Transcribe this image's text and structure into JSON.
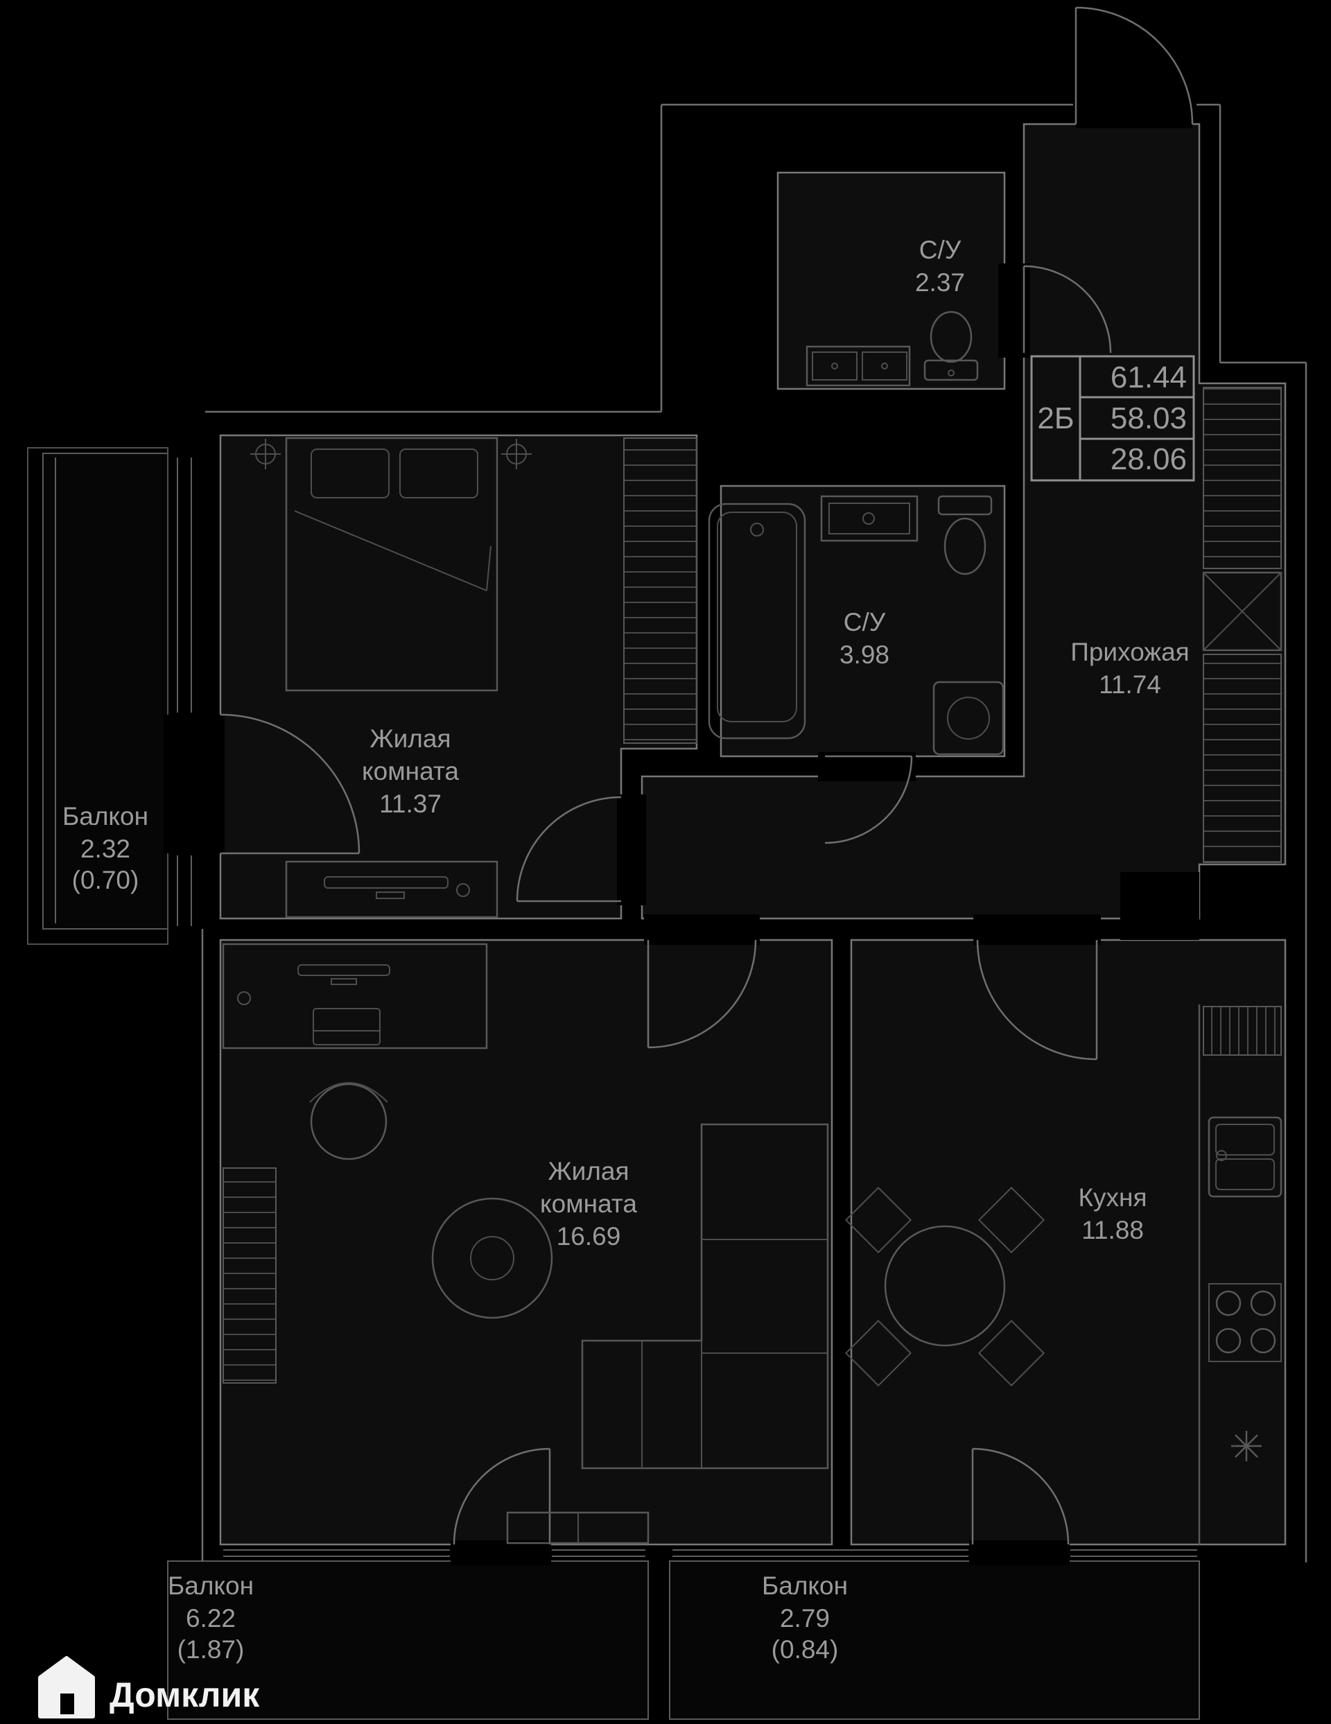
{
  "info_box": {
    "type_label": "2Б",
    "area_values": [
      "61.44",
      "58.03",
      "28.06"
    ]
  },
  "rooms": {
    "bathroom_small": {
      "name": "С/У",
      "area": "2.37"
    },
    "bathroom_large": {
      "name": "С/У",
      "area": "3.98"
    },
    "hallway": {
      "name": "Прихожая",
      "area": "11.74"
    },
    "bedroom": {
      "name_line1": "Жилая",
      "name_line2": "комната",
      "area": "11.37"
    },
    "living_room": {
      "name_line1": "Жилая",
      "name_line2": "комната",
      "area": "16.69"
    },
    "kitchen": {
      "name": "Кухня",
      "area": "11.88"
    },
    "balcony_left": {
      "name": "Балкон",
      "area": "2.32",
      "reduced_area": "(0.70)"
    },
    "balcony_bottom_left": {
      "name": "Балкон",
      "area": "6.22",
      "reduced_area": "(1.87)"
    },
    "balcony_bottom_center": {
      "name": "Балкон",
      "area": "2.79",
      "reduced_area": "(0.84)"
    }
  },
  "branding": {
    "logo_text": "Домклик"
  },
  "colors": {
    "background": "#000000",
    "room_fill": "#0e0e0e",
    "wall_line": "#787878",
    "furniture_line": "#585858",
    "label_text": "#9b9b9b",
    "logo": "#f2f2f2"
  }
}
